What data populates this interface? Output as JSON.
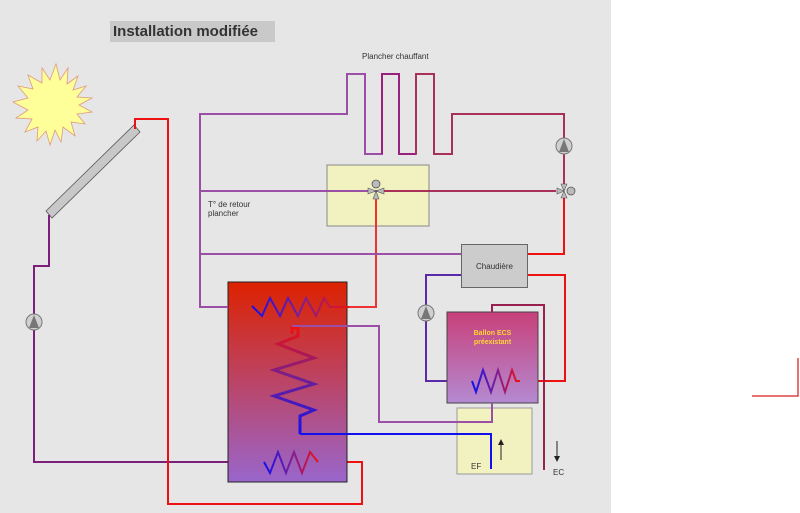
{
  "diagram": {
    "title": "Installation modifiée",
    "labels": {
      "floor_heating": "Plancher chauffant",
      "return_temp_line1": "T° de retour",
      "return_temp_line2": "plancher",
      "boiler": "Chaudière",
      "dhw_tank_line1": "Ballon ECS",
      "dhw_tank_line2": "préexistant",
      "cold_water": "EF",
      "hot_water": "EC"
    },
    "components": [
      "sun",
      "solar-collector",
      "solar-pump",
      "solar-storage-tank",
      "floor-heating-loop",
      "mixing-valve",
      "floor-pump",
      "motorized-valve",
      "boiler",
      "dhw-pump",
      "dhw-tank",
      "cold-water-inlet"
    ],
    "colors": {
      "hot": "#ee1111",
      "cold": "#1111ee",
      "mixed": "#9b4fa6",
      "dark_mixed": "#7a1f7a",
      "tank_top": "#dd2200",
      "tank_bottom": "#9966cc",
      "box_yellow": "#f2f2c0",
      "background": "#e6e6e6"
    }
  }
}
